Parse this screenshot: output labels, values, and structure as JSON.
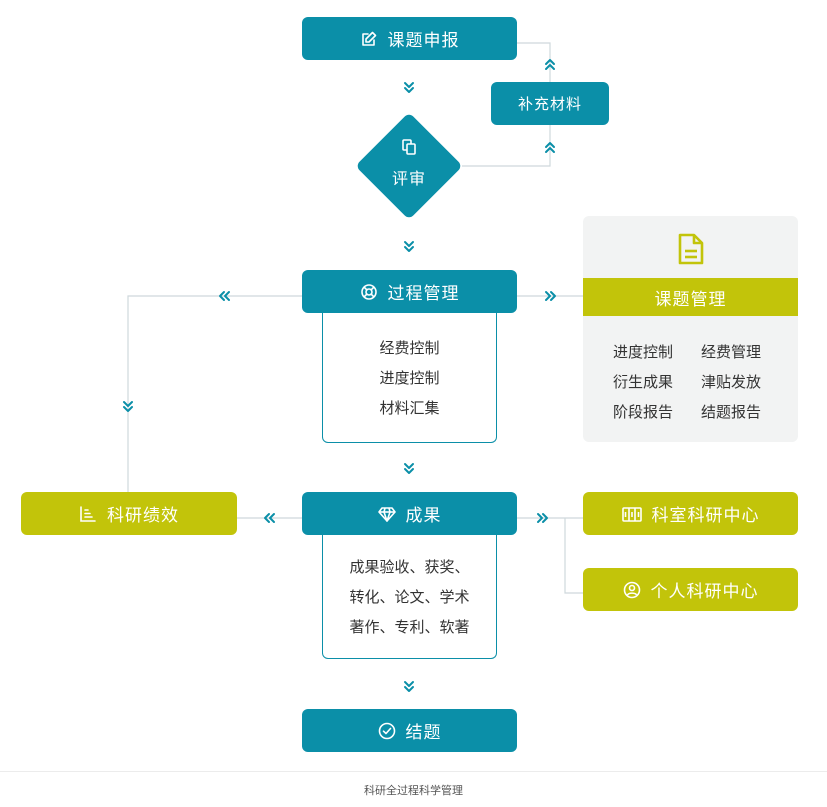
{
  "nodes": {
    "apply": "课题申报",
    "supplement": "补充材料",
    "review": "评审",
    "process": "过程管理",
    "process_items": [
      "经费控制",
      "进度控制",
      "材料汇集"
    ],
    "results": "成果",
    "results_items": [
      "成果验收、获奖、",
      "转化、论文、学术",
      "著作、专利、软著"
    ],
    "performance": "科研绩效",
    "lab_center": "科室科研中心",
    "personal_center": "个人科研中心",
    "conclude": "结题"
  },
  "card": {
    "title": "课题管理",
    "items": [
      "进度控制",
      "经费管理",
      "衍生成果",
      "津贴发放",
      "阶段报告",
      "结题报告"
    ]
  },
  "caption": "科研全过程科学管理",
  "colors": {
    "teal": "#0b8fa8",
    "lime": "#c2c40a",
    "line": "#cfd8dc",
    "chevron": "#0b8fa8"
  }
}
